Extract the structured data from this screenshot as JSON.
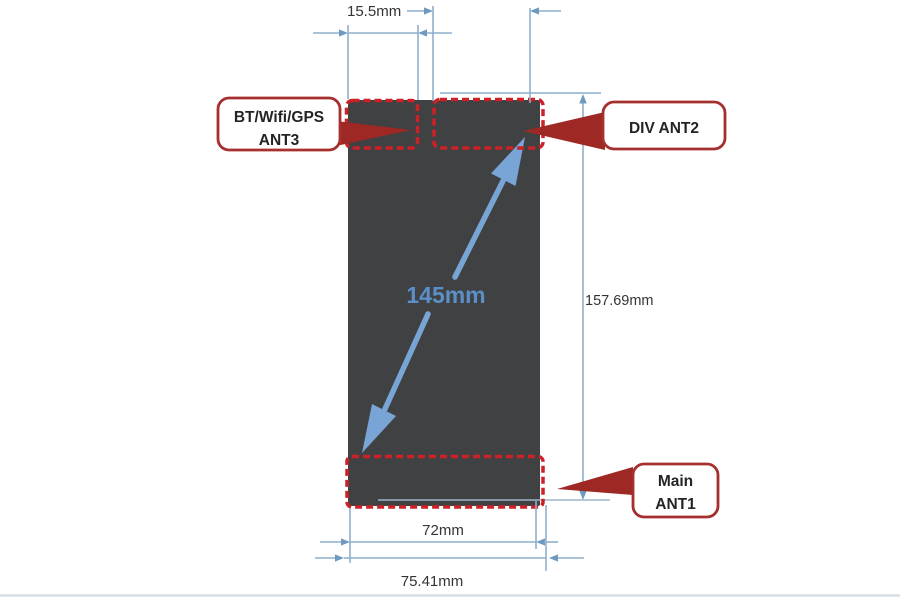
{
  "palette": {
    "device_body": "#404143",
    "antenna_dash_red": "#cb2127",
    "callout_border_red": "#a5302d",
    "leader_red": "#9e2823",
    "dimension_line_blue": "#8fafcb",
    "dimension_arrow_blue": "#6f9ac0",
    "diagonal_arrow_blue": "#79a5d6",
    "diagonal_label_blue": "#5b8fc7",
    "dimension_text": "#343434",
    "background": "#ffffff"
  },
  "callouts": {
    "ant3": {
      "line1": "BT/Wifi/GPS",
      "line2": "ANT3"
    },
    "ant2": {
      "label": "DIV ANT2"
    },
    "ant1": {
      "line1": "Main",
      "line2": "ANT1"
    }
  },
  "dimensions": {
    "top_offset": "15.5mm",
    "body_height": "157.69mm",
    "diagonal": "145mm",
    "inner_width": "72mm",
    "body_width": "75.41mm"
  }
}
